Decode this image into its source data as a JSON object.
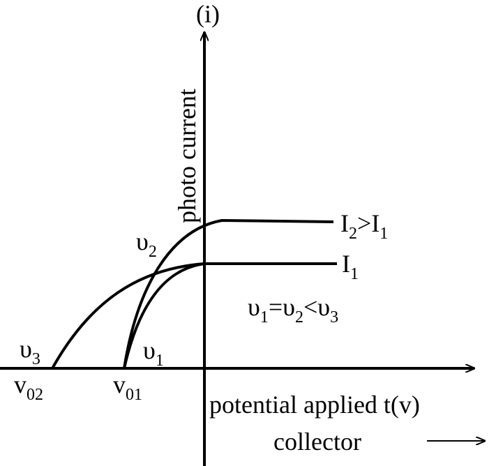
{
  "axis": {
    "y_label": "photo current",
    "y_symbol": "(i)",
    "x_label_line1": "potential applied t(v)",
    "x_label_line2": "collector",
    "x_arrow": "⟶"
  },
  "curves": {
    "i2_label": {
      "main": "I",
      "sub": "2",
      "rel": ">I",
      "sub2": "1"
    },
    "i1_label": {
      "main": "I",
      "sub": "1"
    },
    "nu1": {
      "main": "υ",
      "sub": "1"
    },
    "nu2": {
      "main": "υ",
      "sub": "2"
    },
    "nu3": {
      "main": "υ",
      "sub": "3"
    }
  },
  "relation": {
    "a": "υ",
    "a_sub": "1",
    "eq": "=υ",
    "b_sub": "2",
    "lt": "<υ",
    "c_sub": "3"
  },
  "stopping": {
    "v02": {
      "main": "v",
      "sub": "02"
    },
    "v01": {
      "main": "v",
      "sub": "01"
    }
  },
  "colors": {
    "ink": "#000000",
    "background": "#ffffff"
  }
}
